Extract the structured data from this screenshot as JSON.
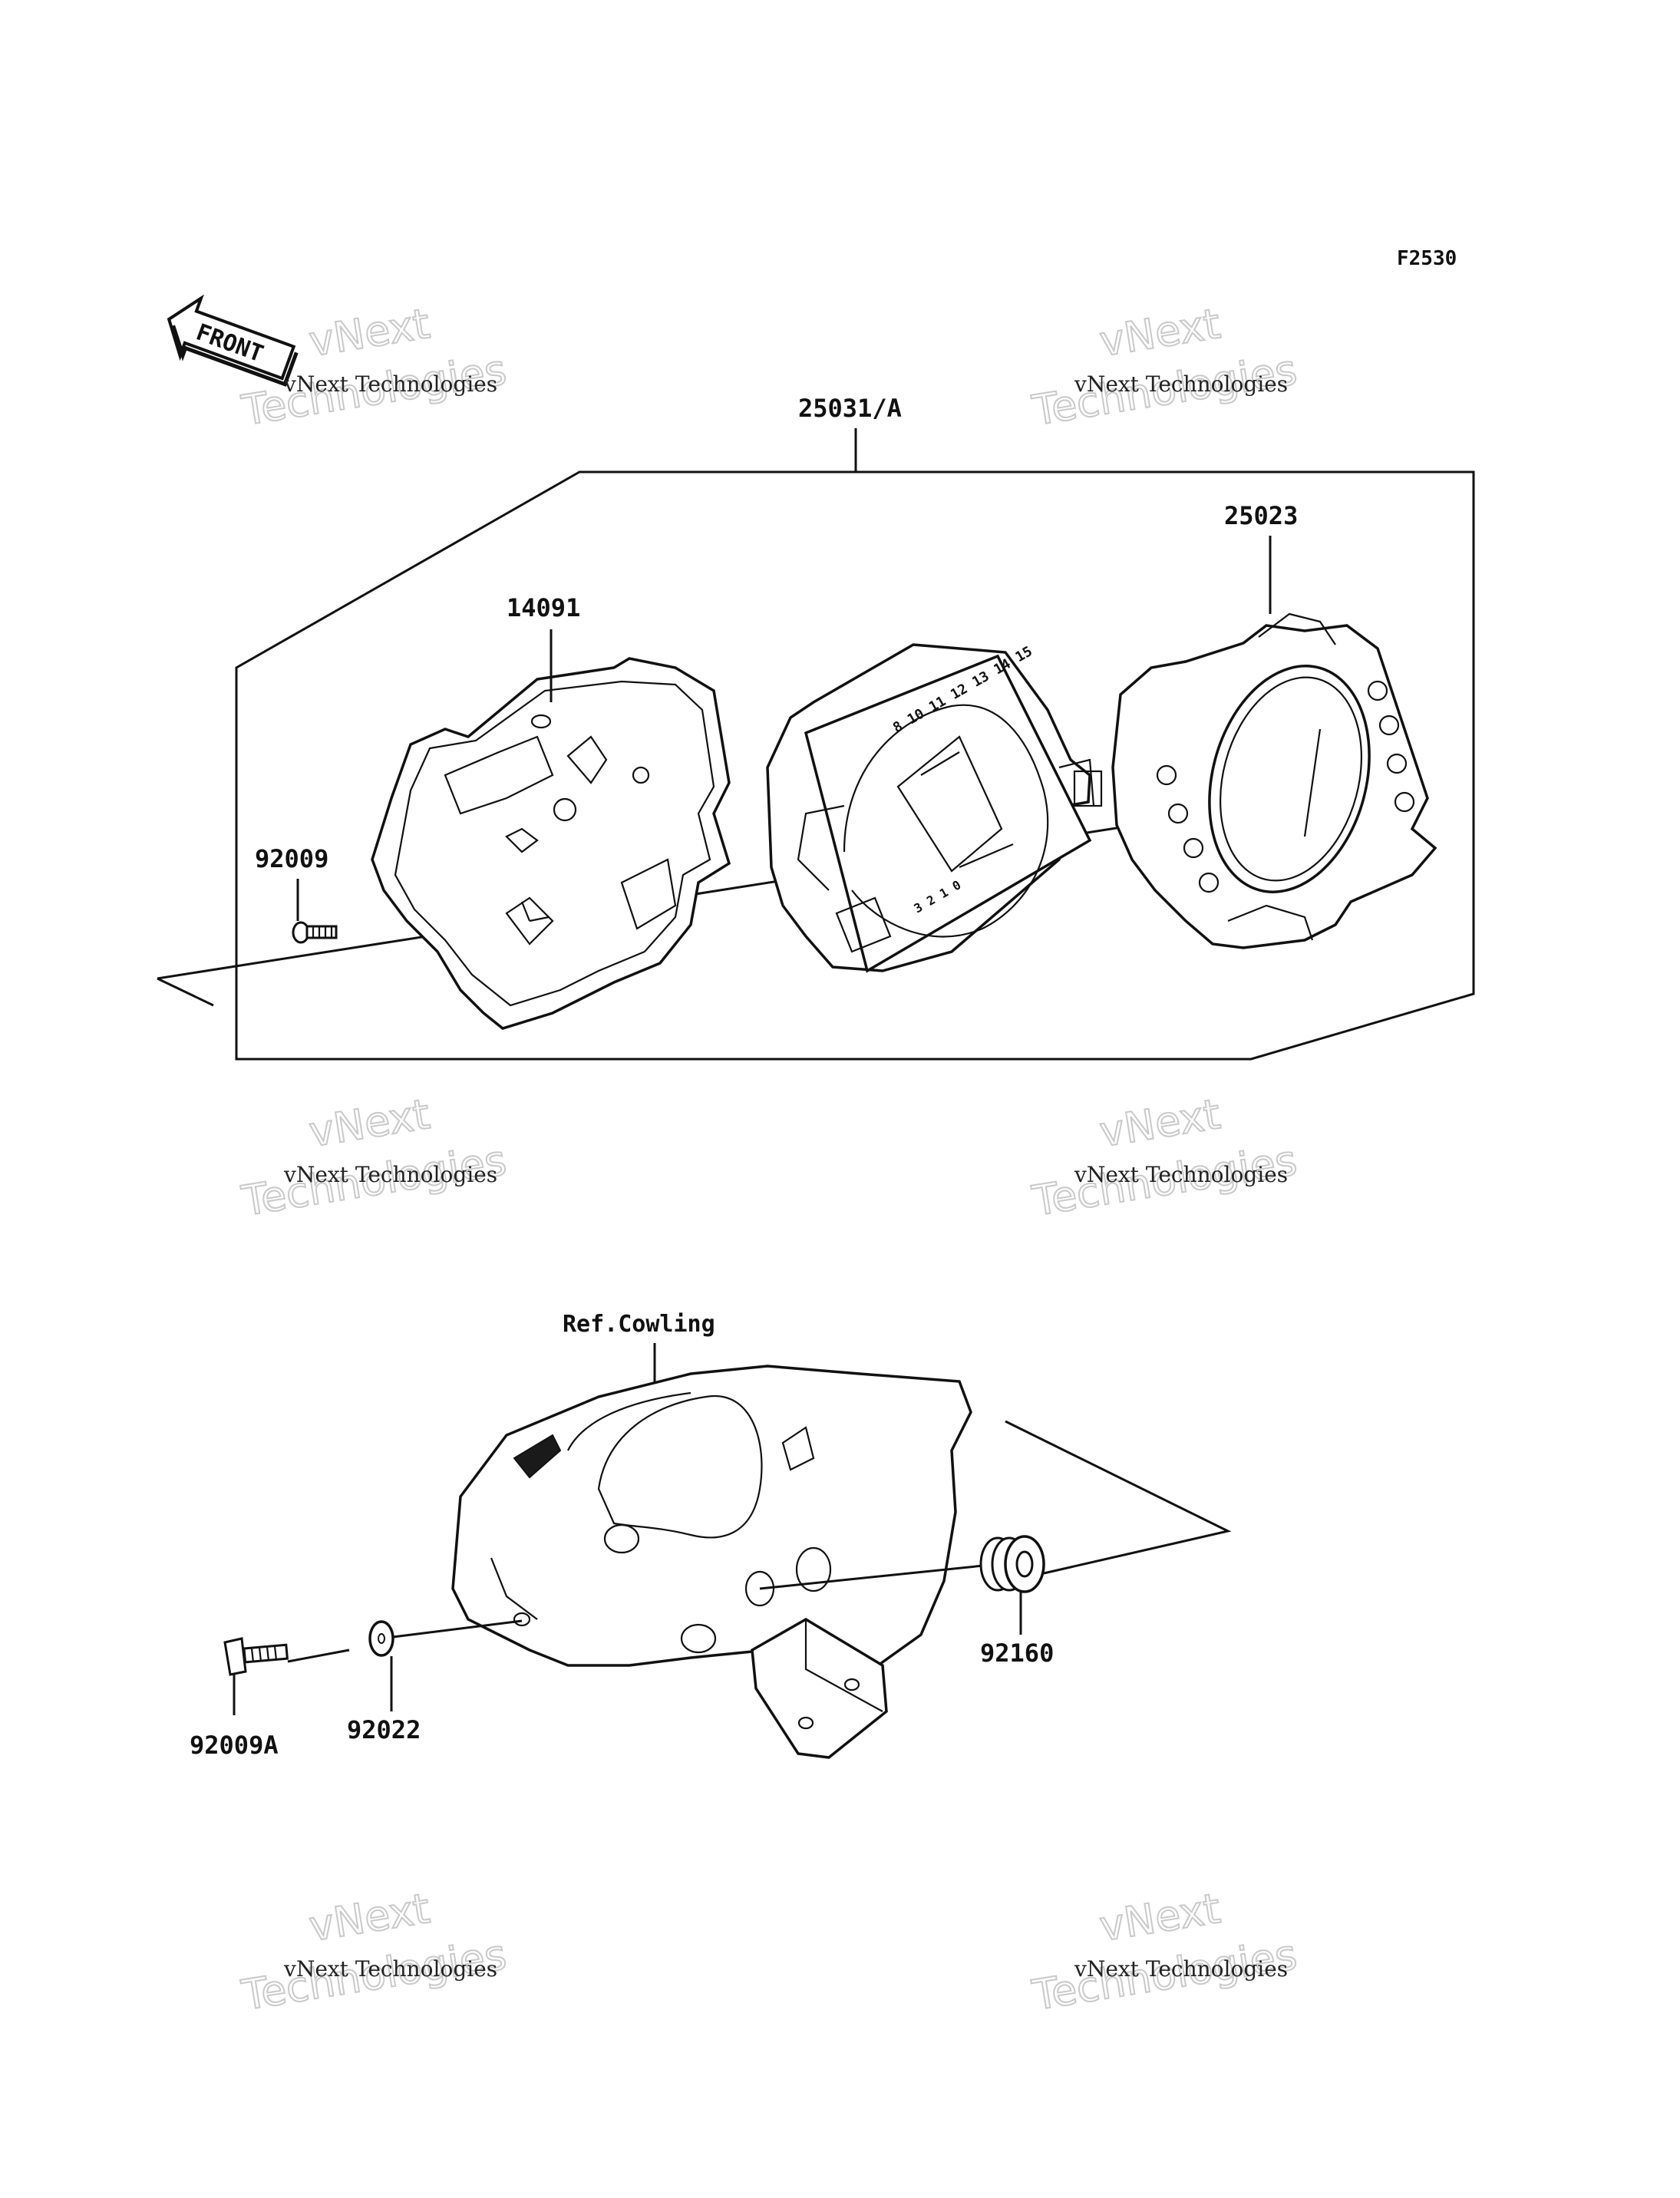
{
  "figure_code": "F2530",
  "front_arrow_text": "FRONT",
  "callouts": {
    "assembly": "25031/A",
    "case_cover": "25023",
    "cover": "14091",
    "screw_top": "92009",
    "cowling": "Ref.Cowling",
    "grommet": "92160",
    "washer": "92022",
    "screw_bottom": "92009A"
  },
  "watermark": {
    "line1": "vNext Technologies",
    "line2a": "vNext",
    "line2b": "Technologies"
  },
  "colors": {
    "ink": "#111111",
    "watermark_outline": "#c9c9c9"
  }
}
